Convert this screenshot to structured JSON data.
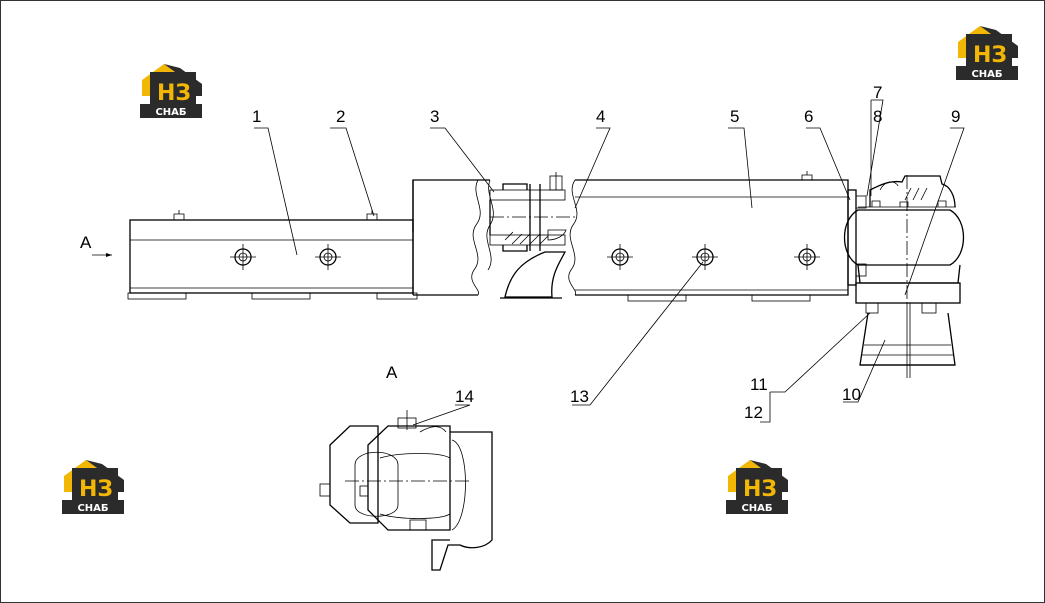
{
  "callouts": [
    "1",
    "2",
    "3",
    "4",
    "5",
    "6",
    "7",
    "8",
    "9",
    "10",
    "11",
    "12",
    "13",
    "14"
  ],
  "view_label": "A",
  "view_arrow_label": "A",
  "logo": {
    "mark": "НЗ",
    "caption": "СНАБ",
    "accent_color": "#f2b705",
    "dark_color": "#2b2b2b"
  }
}
